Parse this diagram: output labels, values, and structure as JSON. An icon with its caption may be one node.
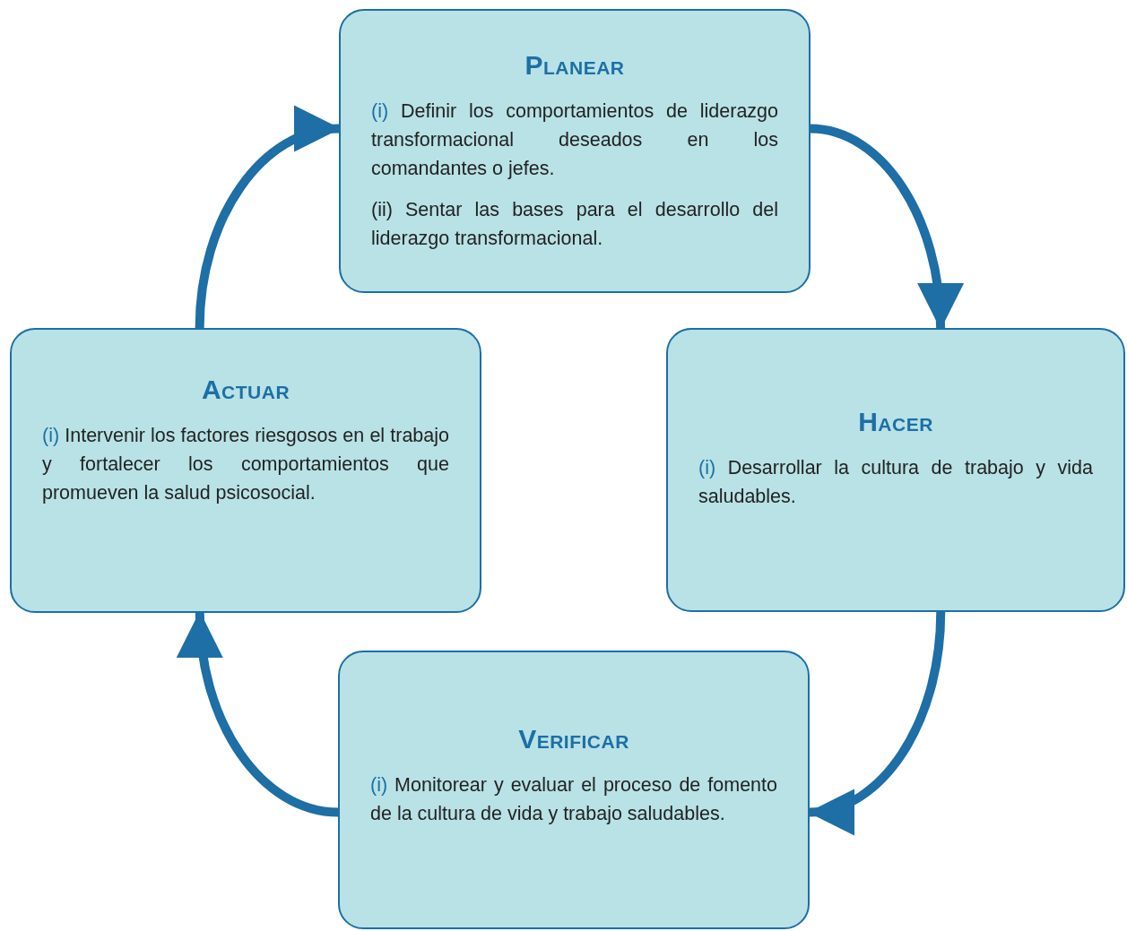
{
  "diagram": {
    "nodes": [
      {
        "text": [
          "Planear",
          "(i) Definir los comportamientos de liderazgo transformacional deseados en los comandantes o jefes.",
          "(ii) Sentar las bases para el desarrollo del liderazgo transformacional."
        ]
      },
      {
        "text": [
          "Actuar",
          "(i) Intervenir los factores riesgosos en el trabajo y fortalecer los comportamientos que promueven la salud psicosocial."
        ]
      },
      {
        "text": [
          "Hacer",
          "(i) Desarrollar la cultura de trabajo y vida saludables."
        ]
      },
      {
        "text": [
          "Verificar",
          "(i) Monitorear y evaluar el proceso de fomento de la cultura de vida y trabajo saludables."
        ]
      }
    ],
    "edges": [
      {
        "from": 1,
        "to": 0,
        "arrow": "to"
      },
      {
        "from": 0,
        "to": 2,
        "arrow": "to"
      },
      {
        "from": 2,
        "to": 3,
        "arrow": "to"
      },
      {
        "from": 3,
        "to": 1,
        "arrow": "to"
      }
    ]
  }
}
